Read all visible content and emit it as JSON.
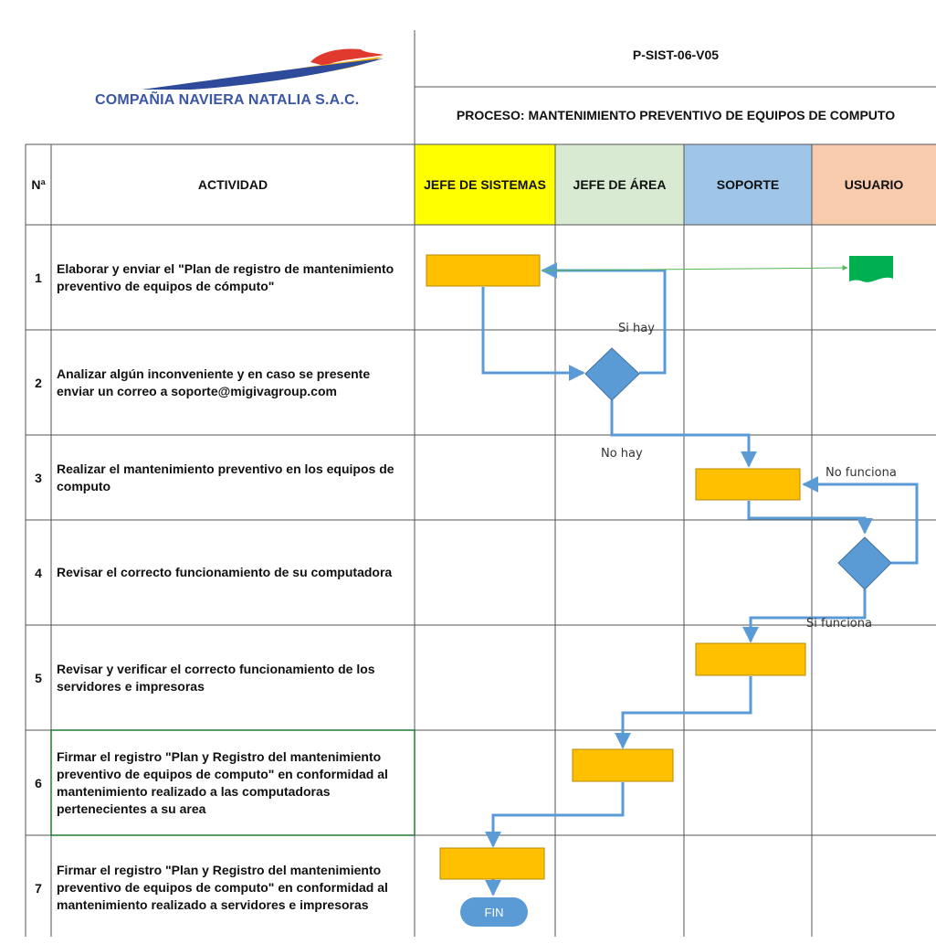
{
  "header": {
    "company_name": "COMPAÑIA NAVIERA NATALIA S.A.C.",
    "code": "P-SIST-06-V05",
    "process_title": "PROCESO: MANTENIMIENTO PREVENTIVO DE EQUIPOS DE COMPUTO"
  },
  "columns": {
    "num": "Nª",
    "activity": "ACTIVIDAD",
    "lanes": [
      {
        "label": "JEFE DE SISTEMAS",
        "color": "#ffff00"
      },
      {
        "label": "JEFE DE ÁREA",
        "color": "#d9ead3"
      },
      {
        "label": "SOPORTE",
        "color": "#9fc5e8"
      },
      {
        "label": "USUARIO",
        "color": "#f8cbad"
      }
    ]
  },
  "rows": [
    {
      "num": "1",
      "activity": "Elaborar y enviar el \"Plan de registro de mantenimiento preventivo de equipos de cómputo\""
    },
    {
      "num": "2",
      "activity": "Analizar algún inconveniente y en caso se presente enviar un correo a soporte@migivagroup.com"
    },
    {
      "num": "3",
      "activity": "Realizar el mantenimiento preventivo en los equipos de computo"
    },
    {
      "num": "4",
      "activity": "Revisar el correcto funcionamiento de su computadora"
    },
    {
      "num": "5",
      "activity": "Revisar y verificar el correcto funcionamiento de los servidores e impresoras"
    },
    {
      "num": "6",
      "activity": "Firmar el registro \"Plan y Registro del mantenimiento preventivo de equipos de computo\" en conformidad al mantenimiento realizado a las computadoras pertenecientes a su area"
    },
    {
      "num": "7",
      "activity": "Firmar el registro \"Plan y Registro del mantenimiento preventivo de equipos de computo\" en conformidad al mantenimiento realizado a servidores e impresoras"
    }
  ],
  "flow_labels": {
    "si_hay": "Si hay",
    "no_hay": "No hay",
    "no_funciona": "No funciona",
    "si_funciona": "Si funciona",
    "fin": "FIN"
  },
  "colors": {
    "process_box": "#ffc000",
    "decision": "#5b9bd5",
    "connector": "#5b9bd5",
    "document": "#00b050",
    "logo_text": "#3b56a5"
  }
}
